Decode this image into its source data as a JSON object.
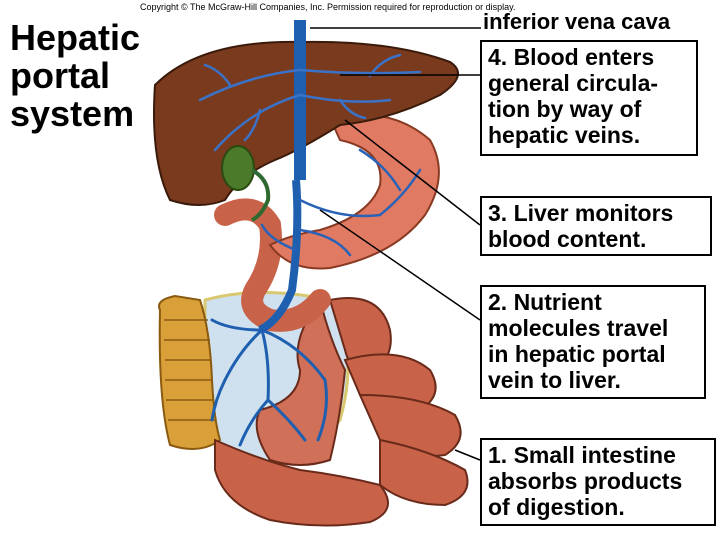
{
  "copyright": "Copyright © The McGraw-Hill Companies, Inc. Permission required for reproduction or display.",
  "title_lines": [
    "Hepatic",
    "portal",
    "system"
  ],
  "ivc_label": "inferior vena cava",
  "steps": [
    {
      "lines": [
        "4.  Blood enters",
        "general circula-",
        "tion by way of",
        "hepatic veins."
      ]
    },
    {
      "lines": [
        "3.  Liver monitors",
        "blood content."
      ]
    },
    {
      "lines": [
        "2.  Nutrient",
        "molecules travel",
        "in hepatic portal",
        "vein to liver."
      ]
    },
    {
      "lines": [
        "1.  Small intestine",
        "absorbs products",
        "of digestion."
      ]
    }
  ],
  "colors": {
    "liver": "#7a3a1e",
    "vessel": "#1f5fb0",
    "stomach": "#e07a62",
    "intestine": "#c8634a",
    "colon": "#d9a03a",
    "mesentery": "#cfe0ef",
    "gallbladder": "#4a7a2a"
  }
}
